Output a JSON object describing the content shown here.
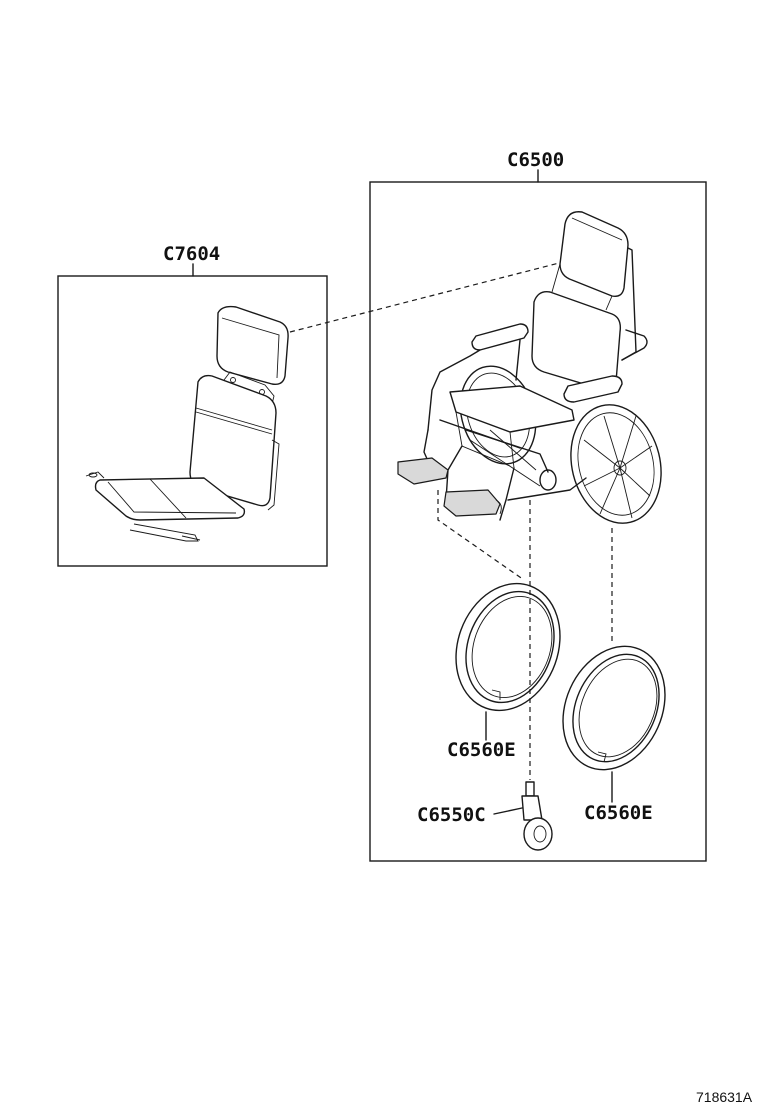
{
  "labels": {
    "c7604": "C7604",
    "c6500": "C6500",
    "c6560e_left": "C6560E",
    "c6560e_right": "C6560E",
    "c6550c": "C6550C"
  },
  "figure_ref": "718631A"
}
